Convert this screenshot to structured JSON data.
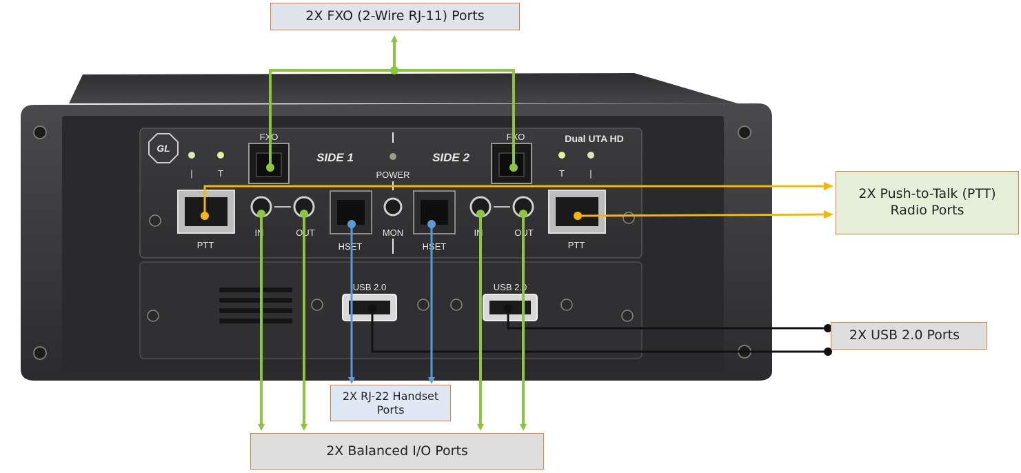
{
  "device": {
    "logo_text": "GL",
    "model_name": "Dual UTA HD",
    "side1_label": "SIDE 1",
    "side2_label": "SIDE 2",
    "power_label": "POWER",
    "fxo_label_left": "FXO",
    "fxo_label_right": "FXO",
    "led_label_left_1": "|",
    "led_label_left_2": "T",
    "led_label_right_1": "T",
    "led_label_right_2": "|",
    "ptt_label_left": "PTT",
    "ptt_label_right": "PTT",
    "in_label_left": "IN",
    "out_label_left": "OUT",
    "hset_label_left": "HSET",
    "mon_label": "MON",
    "hset_label_right": "HSET",
    "in_label_right": "IN",
    "out_label_right": "OUT",
    "usb_label_left": "USB 2.0",
    "usb_label_right": "USB 2.0"
  },
  "callouts": {
    "fxo": "2X FXO (2-Wire RJ-11) Ports",
    "ptt_line1": "2X Push-to-Talk (PTT)",
    "ptt_line2": "Radio Ports",
    "usb": "2X USB 2.0 Ports",
    "rj22_line1": "2X RJ-22 Handset",
    "rj22_line2": "Ports",
    "balanced": "2X Balanced I/O Ports"
  },
  "colors": {
    "fxo_line": "#8cc63f",
    "ptt_line": "#f5b800",
    "usb_line": "#111111",
    "rj22_line": "#5b9bd5",
    "balanced_line": "#8cc63f",
    "callout_border": "#e07b39"
  }
}
